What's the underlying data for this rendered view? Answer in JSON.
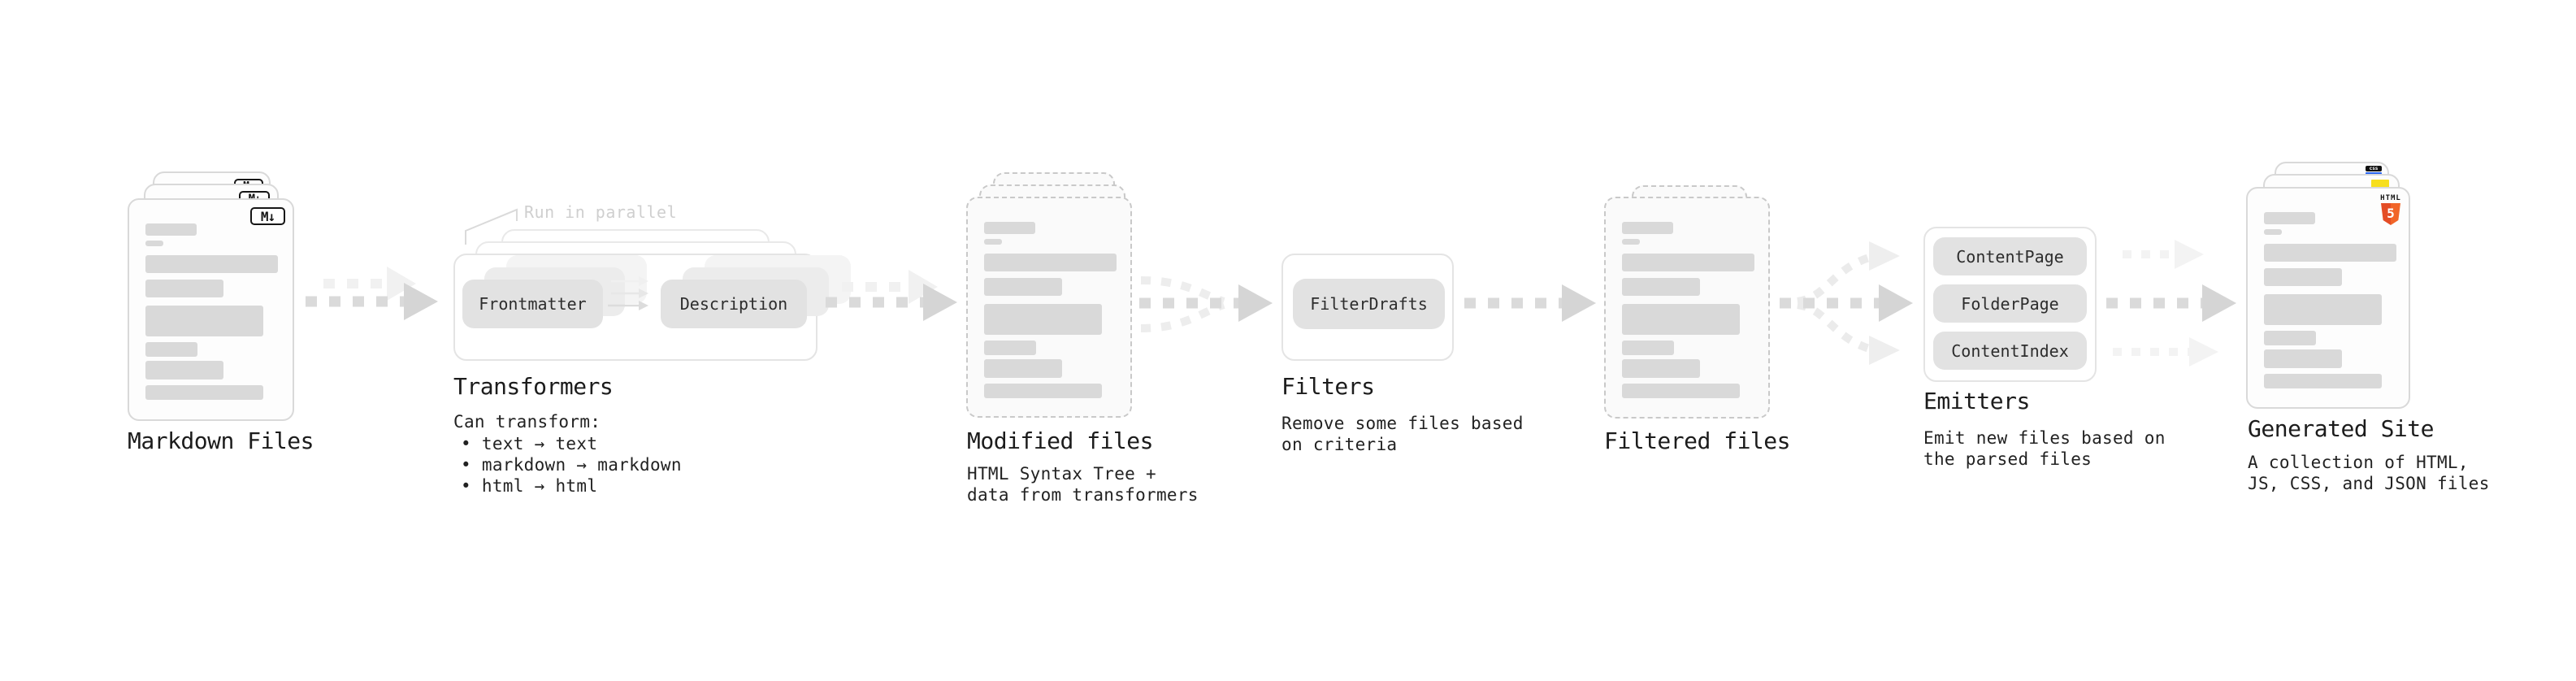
{
  "nodes": {
    "markdown_files": {
      "label": "Markdown Files"
    },
    "transformers": {
      "label": "Transformers",
      "annotation": "Run in parallel",
      "boxes": [
        "Frontmatter",
        "Description"
      ],
      "description": "Can transform:",
      "bullets": [
        "• text → text",
        "• markdown → markdown",
        "• html → html"
      ]
    },
    "modified_files": {
      "label": "Modified files",
      "description_lines": [
        "HTML Syntax Tree +",
        "data from transformers"
      ]
    },
    "filters": {
      "label": "Filters",
      "boxes": [
        "FilterDrafts"
      ],
      "description_lines": [
        "Remove some files based",
        "on criteria"
      ]
    },
    "filtered_files": {
      "label": "Filtered files"
    },
    "emitters": {
      "label": "Emitters",
      "boxes": [
        "ContentPage",
        "FolderPage",
        "ContentIndex"
      ],
      "description_lines": [
        "Emit new files based on",
        "the parsed files"
      ]
    },
    "generated_site": {
      "label": "Generated Site",
      "description_lines": [
        "A collection of HTML,",
        "JS, CSS, and JSON files"
      ]
    }
  },
  "badges": {
    "markdown": "M↓",
    "html5_label": "HTML",
    "html5_number": "5",
    "css_label": "css"
  },
  "colors": {
    "html5_orange_dark": "#e44d26",
    "html5_orange_light": "#f16529",
    "js_yellow": "#f7df1e",
    "css_blue": "#2965f1",
    "skeleton_gray": "#d9d9d9"
  }
}
